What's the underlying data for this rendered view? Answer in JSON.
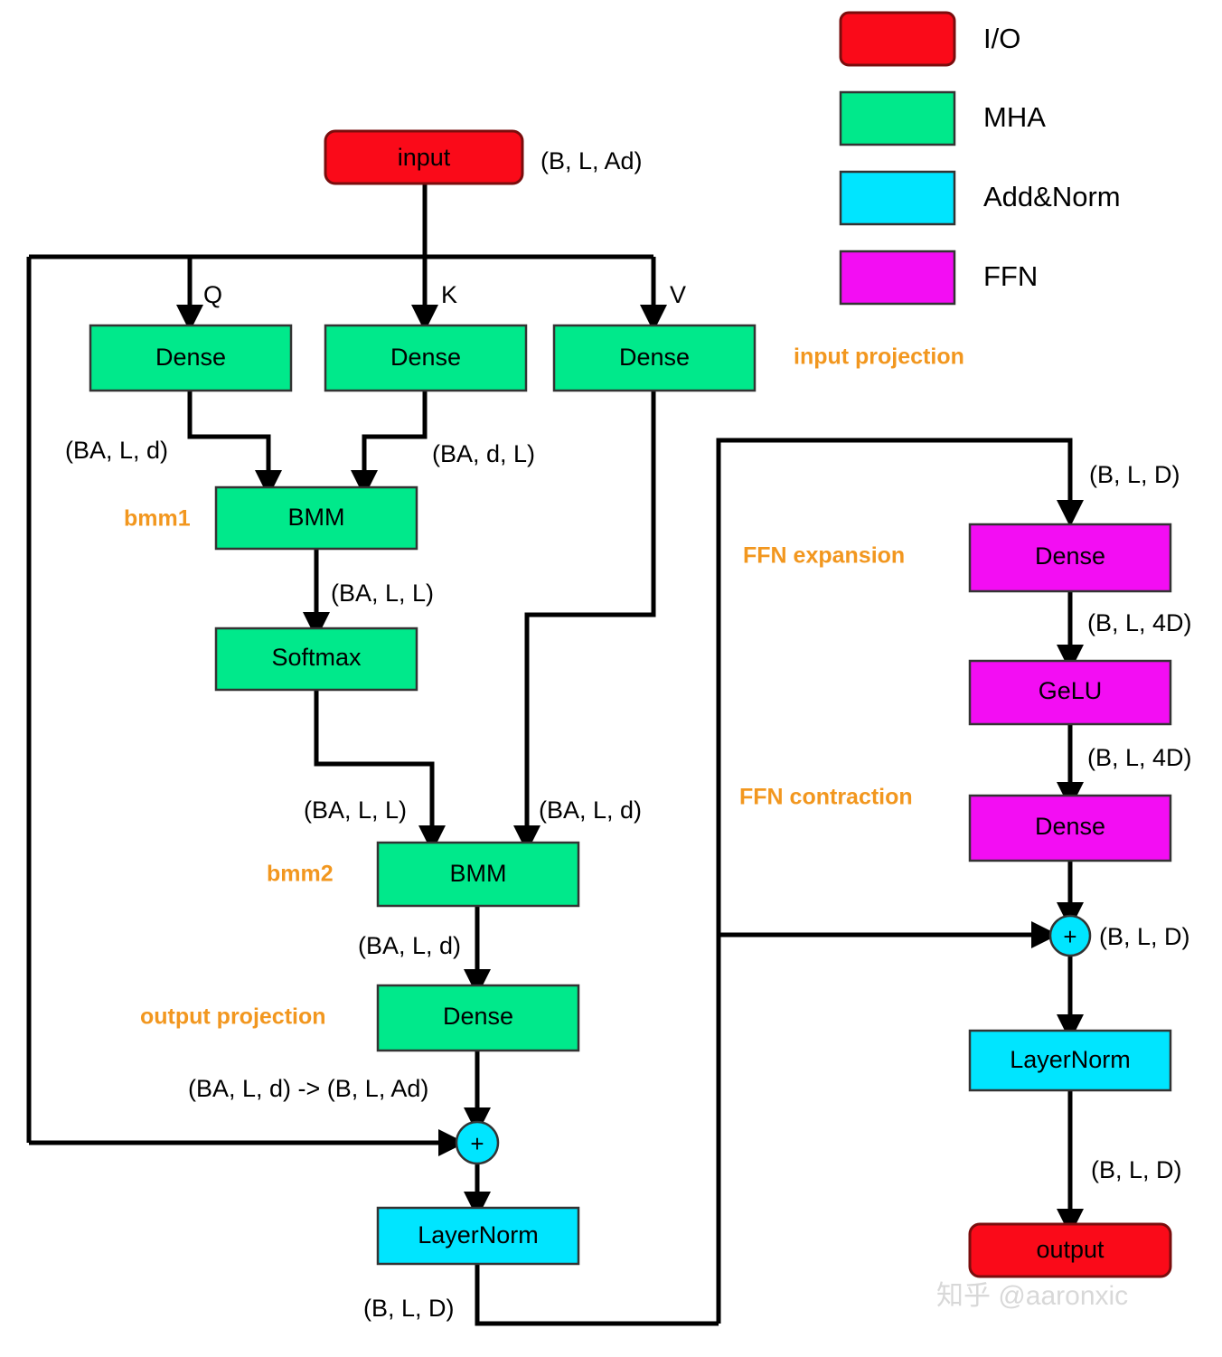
{
  "legend": {
    "items": [
      {
        "label": "I/O",
        "color": "#fa0a19",
        "shape": "rounded-rect"
      },
      {
        "label": "MHA",
        "color": "#00e98b",
        "shape": "rect"
      },
      {
        "label": "Add&Norm",
        "color": "#00e5ff",
        "shape": "rect"
      },
      {
        "label": "FFN",
        "color": "#f30df3",
        "shape": "rect"
      }
    ]
  },
  "nodes": {
    "input": "input",
    "dense_q": "Dense",
    "dense_k": "Dense",
    "dense_v": "Dense",
    "bmm1": "BMM",
    "softmax": "Softmax",
    "bmm2": "BMM",
    "dense_out": "Dense",
    "add_mha": "+",
    "layernorm_mha": "LayerNorm",
    "ffn_dense1": "Dense",
    "gelu": "GeLU",
    "ffn_dense2": "Dense",
    "add_ffn": "+",
    "layernorm_ffn": "LayerNorm",
    "output": "output"
  },
  "group_labels": {
    "input_projection": "input projection",
    "bmm1": "bmm1",
    "bmm2": "bmm2",
    "output_projection": "output projection",
    "ffn_expansion": "FFN expansion",
    "ffn_contraction": "FFN contraction"
  },
  "edge_labels": {
    "input_shape": "(B, L, Ad)",
    "q": "Q",
    "k": "K",
    "v": "V",
    "q_shape": "(BA, L, d)",
    "k_shape": "(BA, d, L)",
    "bmm1_out": "(BA, L, L)",
    "softmax_out": "(BA, L, L)",
    "v_shape": "(BA, L, d)",
    "bmm2_out": "(BA, L, d)",
    "out_proj_shape": "(BA, L, d) -> (B, L, Ad)",
    "mha_ln_out": "(B, L, D)",
    "ffn_in": "(B, L, D)",
    "ffn_expand_out": "(B, L, 4D)",
    "gelu_out": "(B, L, 4D)",
    "ffn_add_out": "(B, L, D)",
    "ffn_ln_out": "(B, L, D)"
  },
  "watermark": {
    "text": "知乎 @aaronxic"
  },
  "colors": {
    "io": "#fa0a19",
    "mha": "#00e98b",
    "addnorm": "#00e5ff",
    "ffn": "#f30df3",
    "group_label": "#f2971f",
    "edge": "#000000",
    "background": "#ffffff"
  }
}
